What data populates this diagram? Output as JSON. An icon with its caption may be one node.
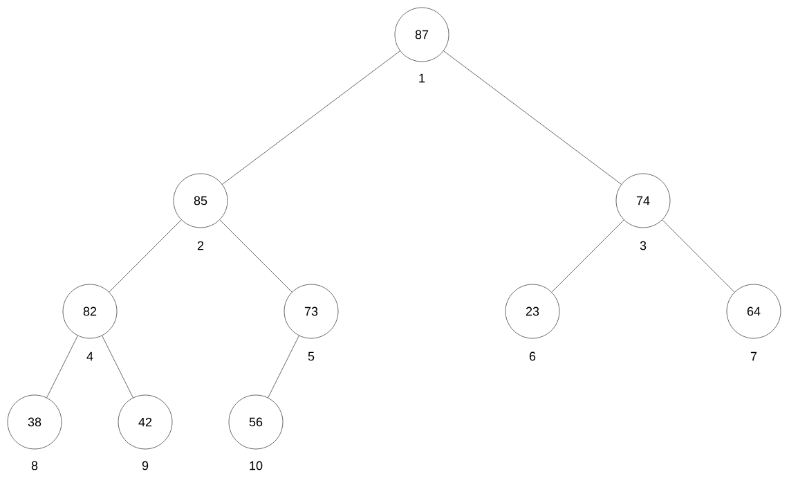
{
  "diagram": {
    "nodes": [
      {
        "text": [
          "87"
        ],
        "beside": [
          "1"
        ]
      },
      {
        "text": [
          "85"
        ],
        "beside": [
          "2"
        ]
      },
      {
        "text": [
          "74"
        ],
        "beside": [
          "3"
        ]
      },
      {
        "text": [
          "82"
        ],
        "beside": [
          "4"
        ]
      },
      {
        "text": [
          "73"
        ],
        "beside": [
          "5"
        ]
      },
      {
        "text": [
          "23"
        ],
        "beside": [
          "6"
        ]
      },
      {
        "text": [
          "64"
        ],
        "beside": [
          "7"
        ]
      },
      {
        "text": [
          "38"
        ],
        "beside": [
          "8"
        ]
      },
      {
        "text": [
          "42"
        ],
        "beside": [
          "9"
        ]
      },
      {
        "text": [
          "56"
        ],
        "beside": [
          "10"
        ]
      }
    ],
    "edges": [
      {
        "from": 0,
        "to": 1,
        "arrow": "none"
      },
      {
        "from": 0,
        "to": 2,
        "arrow": "none"
      },
      {
        "from": 1,
        "to": 3,
        "arrow": "none"
      },
      {
        "from": 1,
        "to": 4,
        "arrow": "none"
      },
      {
        "from": 2,
        "to": 5,
        "arrow": "none"
      },
      {
        "from": 2,
        "to": 6,
        "arrow": "none"
      },
      {
        "from": 3,
        "to": 7,
        "arrow": "none"
      },
      {
        "from": 3,
        "to": 8,
        "arrow": "none"
      },
      {
        "from": 4,
        "to": 9,
        "arrow": "none"
      }
    ]
  }
}
